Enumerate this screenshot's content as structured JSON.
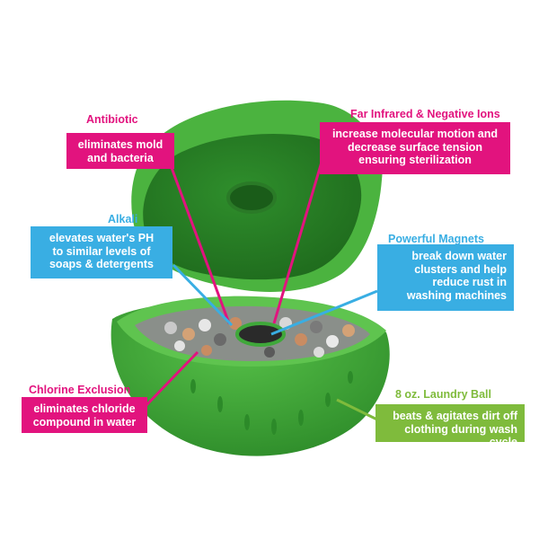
{
  "colors": {
    "pink": "#e2137e",
    "blue": "#39aee3",
    "green_label": "#7fbb3c",
    "ball_green": "#3fa83a"
  },
  "callouts": {
    "antibiotic": {
      "title": "Antibiotic",
      "text": "eliminates mold\nand bacteria"
    },
    "far_infrared": {
      "title": "Far Infrared & Negative Ions",
      "text": "increase molecular motion and\ndecrease surface tension\nensuring sterilization"
    },
    "alkali": {
      "title": "Alkali",
      "text": "elevates water's PH\nto similar levels of\nsoaps & detergents"
    },
    "magnets": {
      "title": "Powerful Magnets",
      "text": "break down water\nclusters and help\nreduce rust in\nwashing machines"
    },
    "chlorine": {
      "title": "Chlorine Exclusion",
      "text": "eliminates chloride\ncompound in water"
    },
    "laundry_ball": {
      "title": "8 oz. Laundry Ball",
      "text": "beats & agitates dirt off\nclothing during wash cycle"
    }
  }
}
